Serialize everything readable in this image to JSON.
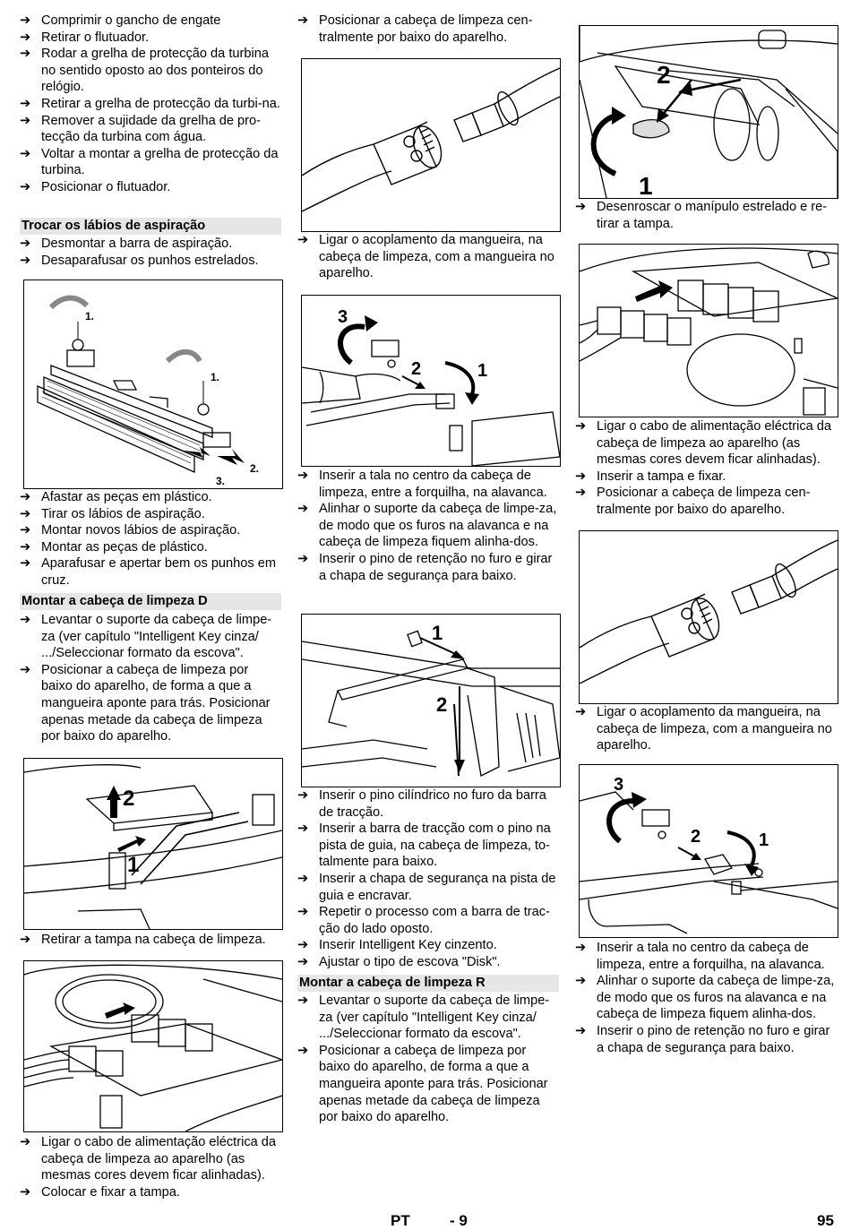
{
  "col1": {
    "steps_a": [
      "Comprimir o gancho de engate",
      "Retirar o flutuador.",
      "Rodar a grelha de protecção da turbina no sentido oposto ao dos ponteiros do relógio.",
      "Retirar a grelha de protecção da turbi-na.",
      "Remover a sujidade da grelha de pro-tecção da turbina com água.",
      "Voltar a montar a grelha de protecção da turbina.",
      "Posicionar o flutuador."
    ],
    "heading_lips": "Trocar os lábios de aspiração",
    "steps_b": [
      "Desmontar a barra de aspiração.",
      "Desaparafusar os punhos estrelados."
    ],
    "fig1_labels": [
      "1.",
      "1.",
      "2.",
      "3."
    ],
    "steps_c": [
      "Afastar as peças em plástico.",
      "Tirar os lábios de aspiração.",
      "Montar novos lábios de aspiração.",
      "Montar as peças de plástico.",
      "Aparafusar e apertar bem os punhos em cruz."
    ],
    "heading_d": "Montar a cabeça de limpeza D",
    "steps_d": [
      "Levantar o suporte da cabeça de limpe-za (ver capítulo \"Intelligent Key cinza/ .../Seleccionar formato da escova\".",
      "Posicionar a cabeça de limpeza por baixo do aparelho, de forma a que a mangueira aponte para trás. Posicionar apenas metade da cabeça de limpeza por baixo do aparelho."
    ],
    "fig2_labels": [
      "2",
      "1"
    ],
    "steps_e": [
      "Retirar a tampa na cabeça de limpeza."
    ],
    "steps_f": [
      "Ligar o cabo de alimentação eléctrica da cabeça de limpeza ao aparelho (as mesmas cores devem ficar alinhadas).",
      "Colocar e fixar a tampa."
    ]
  },
  "col2": {
    "steps_a": [
      "Posicionar a cabeça de limpeza cen-tralmente por baixo do aparelho."
    ],
    "steps_b": [
      "Ligar o acoplamento da mangueira, na cabeça de limpeza, com a mangueira no aparelho."
    ],
    "fig2_labels": [
      "3",
      "2",
      "1"
    ],
    "steps_c": [
      "Inserir a tala no centro da cabeça de limpeza, entre a forquilha, na alavanca.",
      "Alinhar o suporte da cabeça de limpe-za, de modo que os furos na alavanca e na cabeça de limpeza fiquem alinha-dos.",
      "Inserir o pino de retenção no furo e girar a chapa de segurança para baixo."
    ],
    "fig3_labels": [
      "1",
      "2"
    ],
    "steps_d": [
      "Inserir o pino cilíndrico no furo da barra de tracção.",
      "Inserir a barra de tracção com o pino na pista de guia, na cabeça de limpeza, to-talmente para baixo.",
      "Inserir a chapa de segurança na pista de guia e encravar.",
      "Repetir o processo com a barra de trac-ção do lado oposto.",
      "Inserir Intelligent Key cinzento.",
      "Ajustar o tipo de escova \"Disk\"."
    ],
    "heading_r": "Montar a cabeça de limpeza R",
    "steps_e": [
      "Levantar o suporte da cabeça de limpe-za (ver capítulo \"Intelligent Key cinza/ .../Seleccionar formato da escova\".",
      "Posicionar a cabeça de limpeza por baixo do aparelho, de forma a que a mangueira aponte para trás. Posicionar apenas metade da cabeça de limpeza por baixo do aparelho."
    ]
  },
  "col3": {
    "fig1_labels": [
      "2",
      "1"
    ],
    "steps_a": [
      "Desenroscar o manípulo estrelado e re-tirar a tampa."
    ],
    "steps_b": [
      "Ligar o cabo de alimentação eléctrica da cabeça de limpeza ao aparelho (as mesmas cores devem ficar alinhadas).",
      "Inserir a tampa e fixar.",
      "Posicionar a cabeça de limpeza cen-tralmente por baixo do aparelho."
    ],
    "steps_c": [
      "Ligar o acoplamento da mangueira, na cabeça de limpeza, com a mangueira no aparelho."
    ],
    "fig4_labels": [
      "3",
      "2",
      "1"
    ],
    "steps_d": [
      "Inserir a tala no centro da cabeça de limpeza, entre a forquilha, na alavanca.",
      "Alinhar o suporte da cabeça de limpe-za, de modo que os furos na alavanca e na cabeça de limpeza fiquem alinha-dos.",
      "Inserir o pino de retenção no furo e girar a chapa de segurança para baixo."
    ]
  },
  "footer": {
    "lang": "PT",
    "page_local": "- 9",
    "page_num": "95"
  },
  "icons": {
    "step_arrow": "right-arrow-icon"
  }
}
